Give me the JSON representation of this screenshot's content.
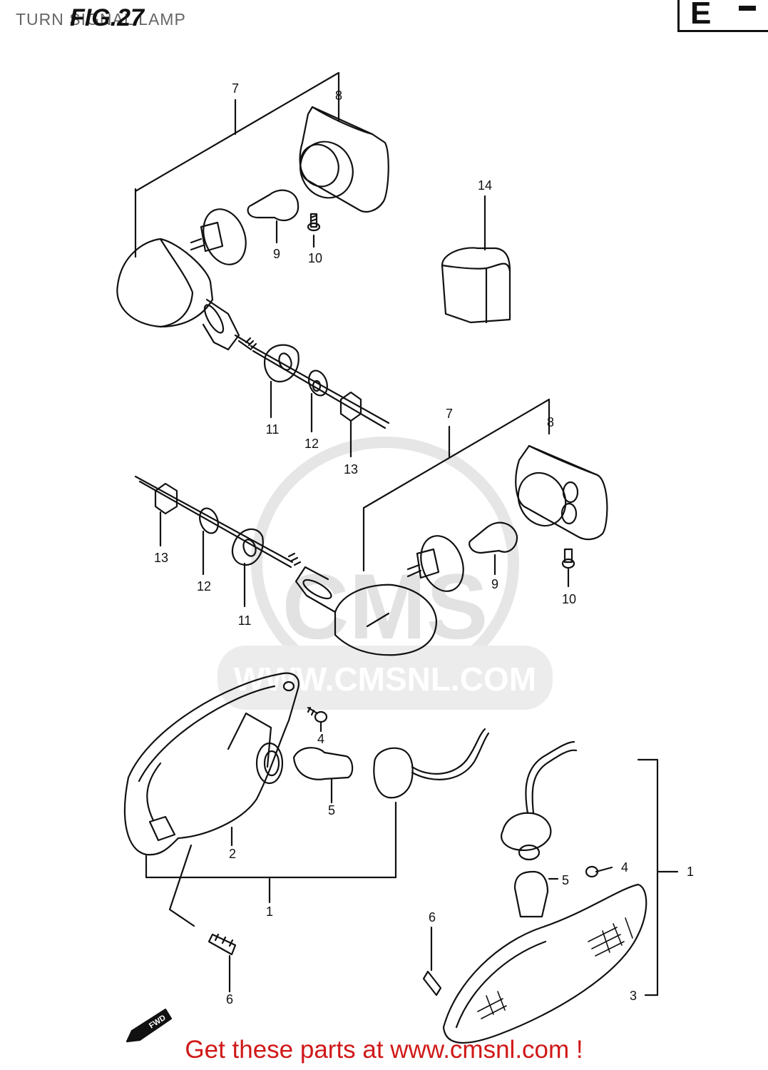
{
  "header": {
    "title": "TURN SIGNAL LAMP",
    "fig_label": "FIG.27",
    "page_tag": "E"
  },
  "watermark": {
    "logo_text": "CMS",
    "url": "WWW.CMSNL.COM"
  },
  "callouts": [
    {
      "id": "c7a",
      "text": "7"
    },
    {
      "id": "c8a",
      "text": "8"
    },
    {
      "id": "c14",
      "text": "14"
    },
    {
      "id": "c9a",
      "text": "9"
    },
    {
      "id": "c10a",
      "text": "10"
    },
    {
      "id": "c11a",
      "text": "11"
    },
    {
      "id": "c12a",
      "text": "12"
    },
    {
      "id": "c13a",
      "text": "13"
    },
    {
      "id": "c7b",
      "text": "7"
    },
    {
      "id": "c8b",
      "text": "8"
    },
    {
      "id": "c13b",
      "text": "13"
    },
    {
      "id": "c12b",
      "text": "12"
    },
    {
      "id": "c11b",
      "text": "11"
    },
    {
      "id": "c9b",
      "text": "9"
    },
    {
      "id": "c10b",
      "text": "10"
    },
    {
      "id": "c4a",
      "text": "4"
    },
    {
      "id": "c5a",
      "text": "5"
    },
    {
      "id": "c2",
      "text": "2"
    },
    {
      "id": "c1a",
      "text": "1"
    },
    {
      "id": "c6a",
      "text": "6"
    },
    {
      "id": "c4b",
      "text": "4"
    },
    {
      "id": "c5b",
      "text": "5"
    },
    {
      "id": "c1b",
      "text": "1"
    },
    {
      "id": "c6b",
      "text": "6"
    },
    {
      "id": "c3",
      "text": "3"
    }
  ],
  "forward_marker": "FWD",
  "footer": {
    "cta_text": "Get these parts at www.cmsnl.com !",
    "cta_color": "#d01818"
  }
}
